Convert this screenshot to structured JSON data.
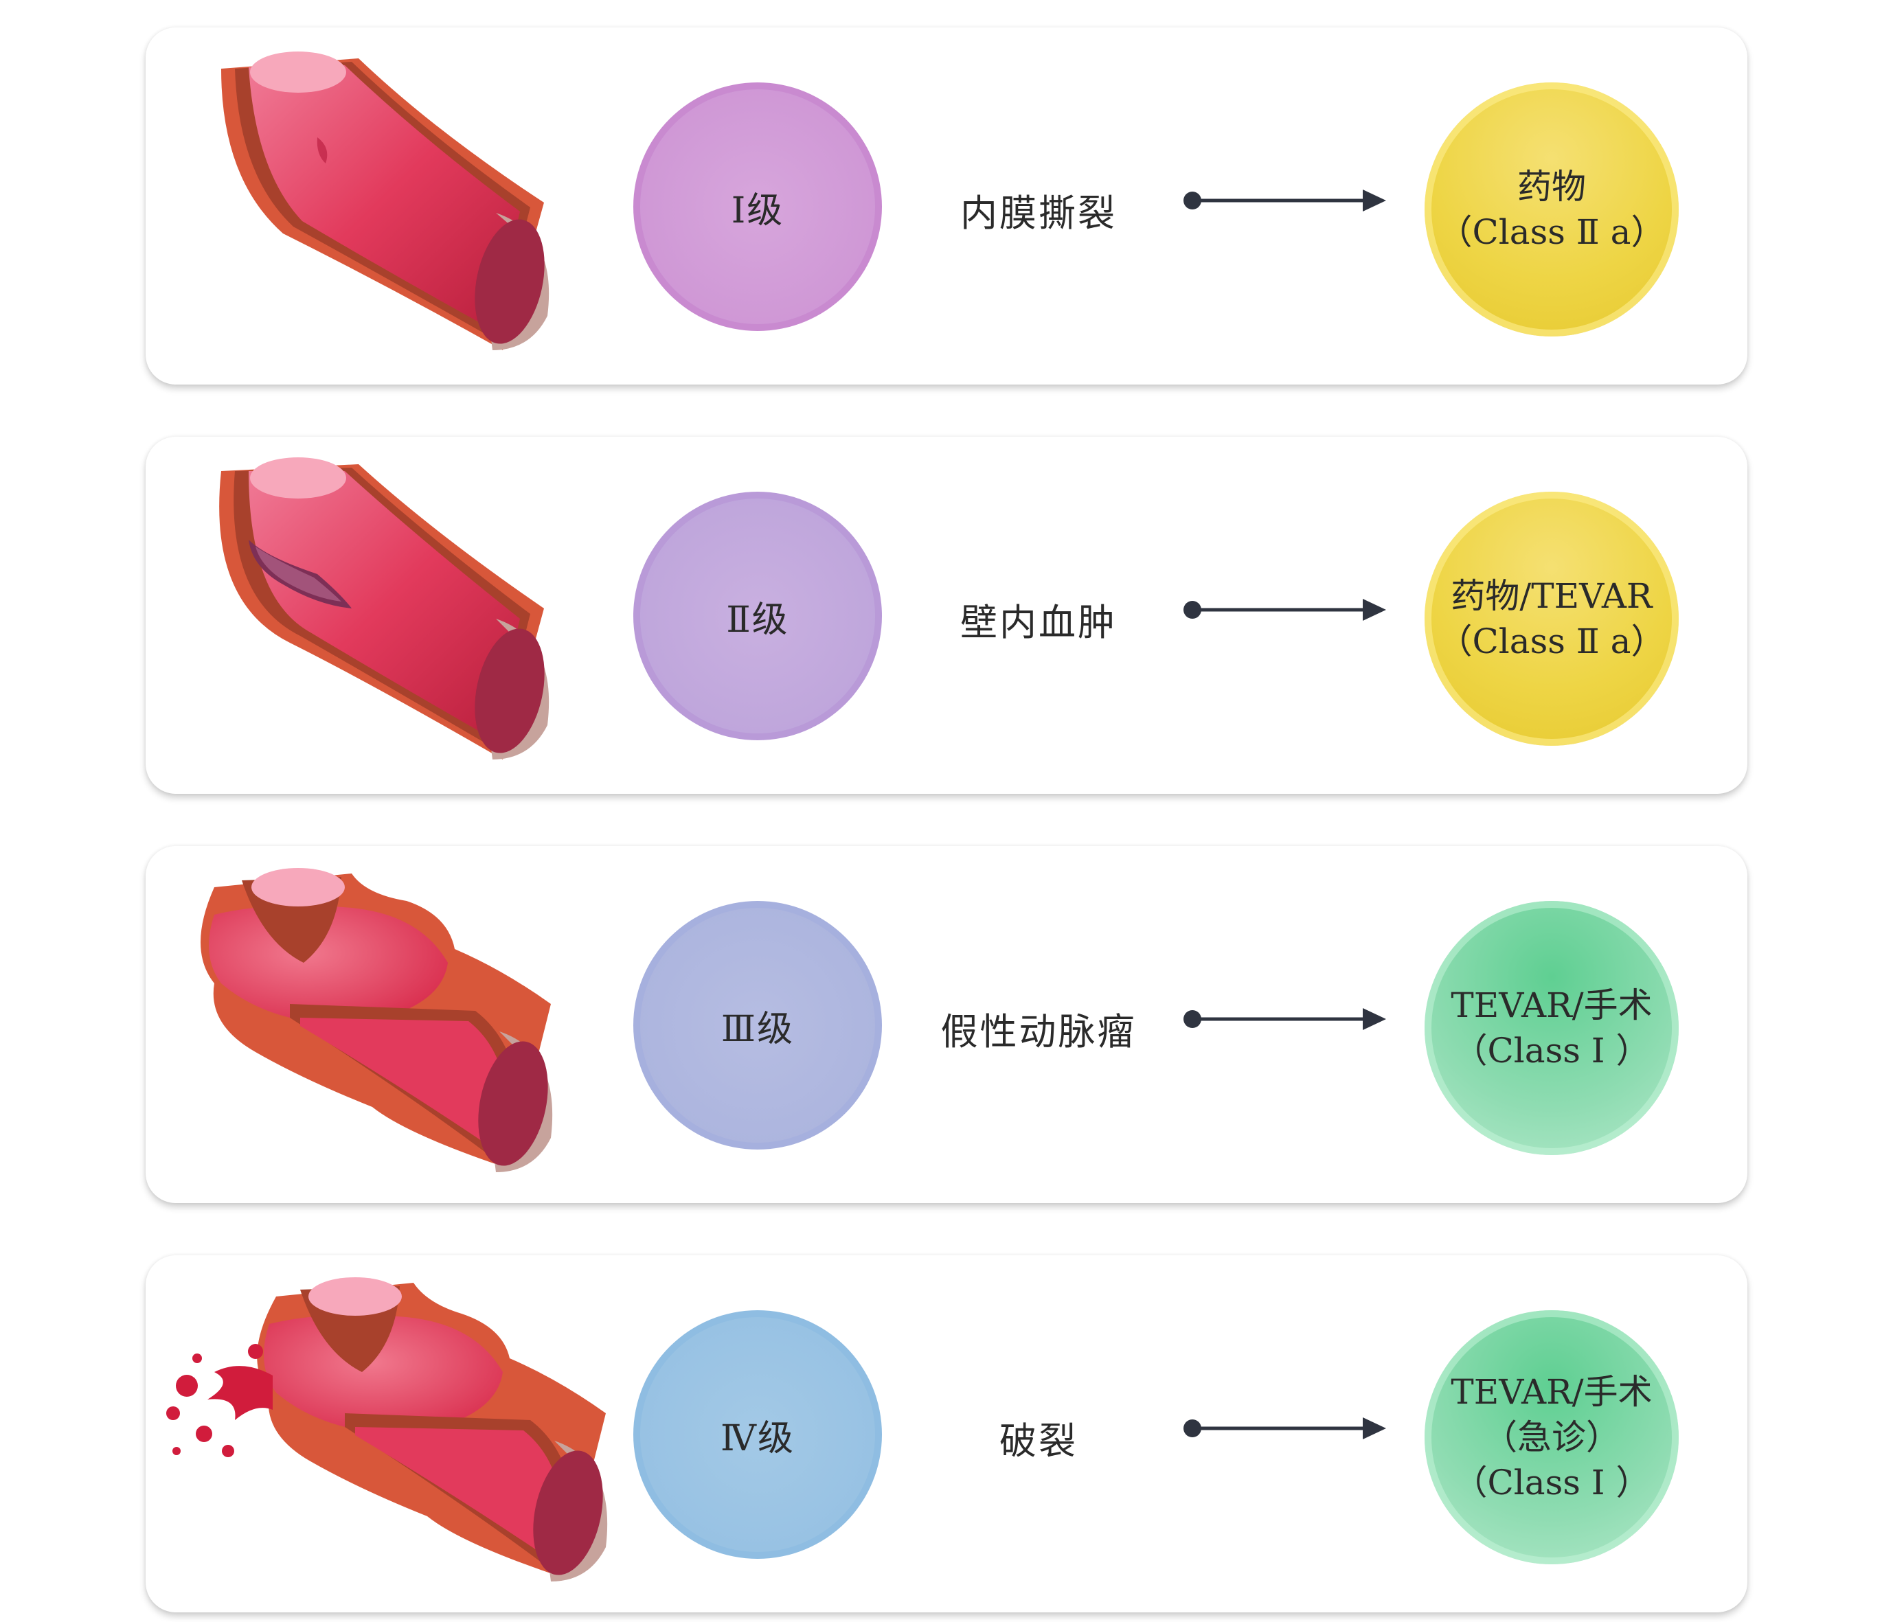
{
  "rows": [
    {
      "grade": "Ⅰ级",
      "lesion": "内膜撕裂",
      "treatment_lines": [
        "药物",
        "（Class Ⅱ a）"
      ],
      "treatment_color": "yellow",
      "grade_color": "#c98ad0",
      "vessel": "intimal-tear"
    },
    {
      "grade": "Ⅱ级",
      "lesion": "壁内血肿",
      "treatment_lines": [
        "药物/TEVAR",
        "（Class Ⅱ a）"
      ],
      "treatment_color": "yellow",
      "grade_color": "#b99ad8",
      "vessel": "intramural-hematoma"
    },
    {
      "grade": "Ⅲ级",
      "lesion": "假性动脉瘤",
      "treatment_lines": [
        "TEVAR/手术",
        "（Class Ⅰ ）"
      ],
      "treatment_color": "green",
      "grade_color": "#a6b0de",
      "vessel": "pseudoaneurysm"
    },
    {
      "grade": "Ⅳ级",
      "lesion": "破裂",
      "treatment_lines": [
        "TEVAR/手术",
        "（急诊）",
        "（Class Ⅰ ）"
      ],
      "treatment_color": "green",
      "grade_color": "#8fbde2",
      "vessel": "rupture"
    }
  ]
}
